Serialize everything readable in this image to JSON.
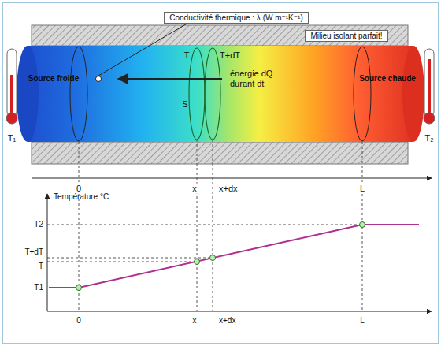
{
  "diagram": {
    "nodes": [
      {
        "text": [
          "Conductivité thermique : λ (W m⁻¹K⁻¹)"
        ]
      },
      {
        "text": [
          "Milieu isolant parfait!"
        ]
      }
    ],
    "labels": [
      "Source froide",
      "Source chaude",
      "T",
      "T+dT",
      "S",
      "énergie dQ durant dt",
      "T₁",
      "T₂",
      "0",
      "x",
      "x+dx",
      "L",
      "Température °C",
      "T2",
      "T+dT",
      "T",
      "T1",
      "0",
      "x",
      "x+dx",
      "L"
    ]
  }
}
